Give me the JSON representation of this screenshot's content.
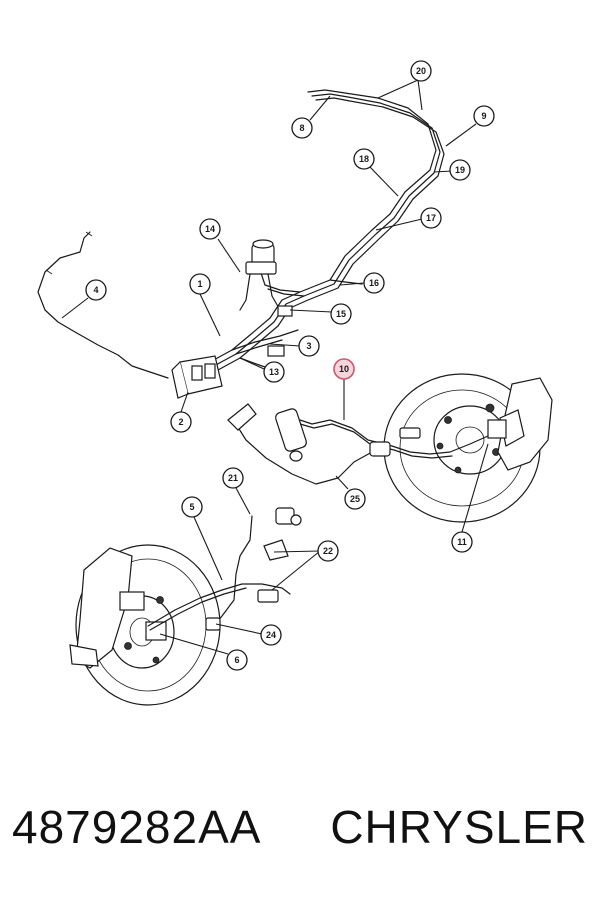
{
  "caption": {
    "part_number": "4879282AA",
    "brand": "CHRYSLER"
  },
  "callouts": [
    "1",
    "2",
    "3",
    "4",
    "5",
    "6",
    "8",
    "9",
    "10",
    "11",
    "13",
    "14",
    "15",
    "16",
    "17",
    "18",
    "19",
    "20",
    "21",
    "22",
    "24",
    "25"
  ],
  "highlighted_callout": "10",
  "colors": {
    "highlight_fill": "#f6d6dc",
    "highlight_stroke": "#c8596c",
    "ink": "#1a1a1a"
  }
}
